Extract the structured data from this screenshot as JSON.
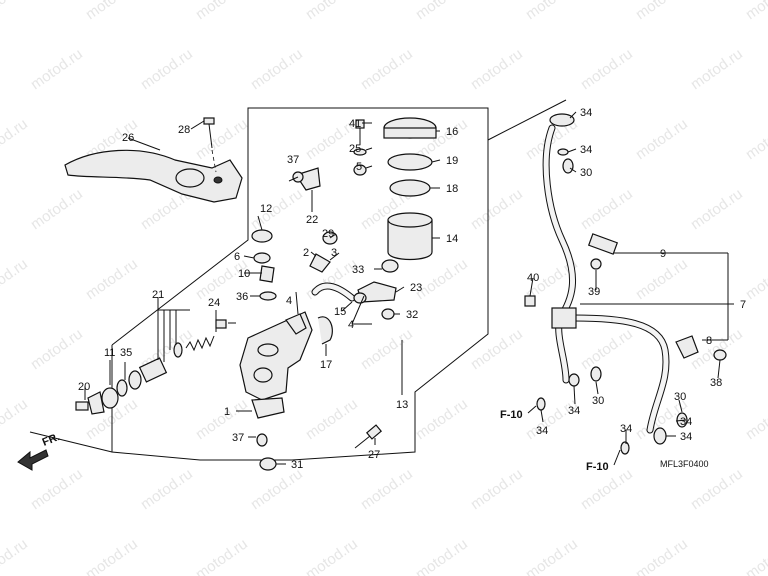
{
  "watermark": "motod.ru",
  "diagram_code": "MFL3F0400",
  "front_label": "FR.",
  "frame_refs": [
    "F-10",
    "F-10"
  ],
  "callouts": {
    "p1": "1",
    "p2": "2",
    "p3": "3",
    "p4": "4",
    "p5": "5",
    "p6": "6",
    "p7": "7",
    "p8": "8",
    "p9": "9",
    "p10": "10",
    "p11": "11",
    "p12": "12",
    "p13": "13",
    "p14": "14",
    "p15": "15",
    "p16": "16",
    "p17": "17",
    "p18": "18",
    "p19": "19",
    "p20": "20",
    "p21": "21",
    "p22": "22",
    "p23": "23",
    "p24": "24",
    "p25": "25",
    "p26": "26",
    "p27": "27",
    "p28": "28",
    "p29": "29",
    "p30": "30",
    "p31": "31",
    "p32": "32",
    "p33": "33",
    "p34": "34",
    "p35": "35",
    "p36": "36",
    "p37": "37",
    "p38": "38",
    "p39": "39",
    "p40": "40",
    "p41": "41"
  }
}
